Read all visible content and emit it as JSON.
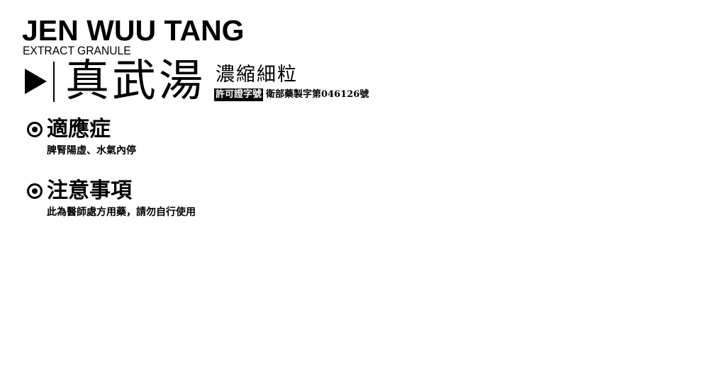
{
  "brand": {
    "title": "JEN WUU TANG",
    "subtitle": "EXTRACT GRANULE"
  },
  "product": {
    "name": "真武湯",
    "type": "濃縮細粒",
    "license_label": "許可證字號",
    "license_value": "衛部藥製字第046126號"
  },
  "sections": [
    {
      "title": "適應症",
      "body": "脾腎陽虛、水氣內停"
    },
    {
      "title": "注意事項",
      "body": "此為醫師處方用藥，請勿自行使用"
    }
  ],
  "icons": {
    "play": "arrow-right-icon",
    "bullet": "target-circle-icon"
  },
  "colors": {
    "text": "#000000",
    "background": "#ffffff",
    "label_fg": "#ffffff"
  }
}
